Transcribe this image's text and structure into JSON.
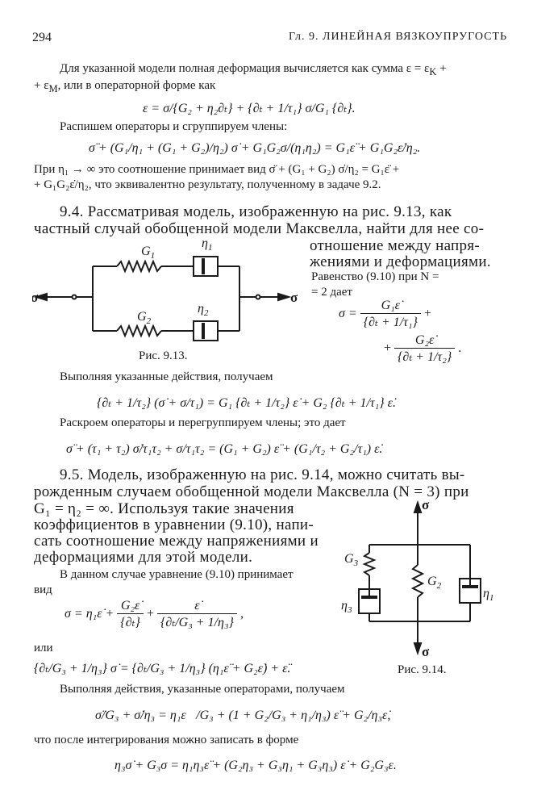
{
  "header": {
    "page_number": "294",
    "running_title": "Гл. 9. ЛИНЕЙНАЯ ВЯЗКОУПРУГОСТЬ"
  },
  "body": {
    "p1_line1": "Для указанной модели полная деформация вычисляется как сумма ε = ε",
    "p1_sub_k": "K",
    "p1_plus": "+",
    "p1_line2": "+ ε",
    "p1_sub_m": "M",
    "p1_line2_rest": ", или в операторной форме как",
    "eq1": "ε = σ/{G₂ + η₂∂ₜ} + {∂ₜ + 1/τ₁} σ/G₁ {∂ₜ}.",
    "p2": "Распишем операторы и сгруппируем члены:",
    "eq2": "σ̈ + (G₁/η₁ + (G₁ + G₂)/η₂) σ̇ + G₁G₂σ/(η₁η₂) = G₁ε̈ + G₁G₂ε̇/η₂.",
    "p3_line1": "При  η₁ → ∞  это соотношение принимает вид  σ̈ + (G₁ + G₂) σ̇/η₂ = G₁ε̈ +",
    "p3_line2": "+ G₁G₂ε̇/η₂, что эквивалентно результату, полученному в задаче 9.2.",
    "s94_line1": "9.4. Рассматривая модель, изображенную на рис. 9.13, как",
    "s94_line2": "частный случай обобщенной модели Максвелла, найти для нее со-",
    "s94_line3": "отношение между напря-",
    "s94_line4": "жениями и деформациями.",
    "r_line1": "Равенство (9.10) при N =",
    "r_line2": "= 2 дает",
    "eq_sigma_lhs": "σ =",
    "eq_sigma_n1": "G₁ε̇",
    "eq_sigma_d1": "{∂ₜ + 1/τ₁}",
    "eq_sigma_plus1": "+",
    "eq_sigma_plus2": "+",
    "eq_sigma_n2": "G₂ε̇",
    "eq_sigma_d2": "{∂ₜ + 1/τ₂}",
    "eq_sigma_end": ".",
    "fig913_caption": "Рис. 9.13.",
    "p4": "Выполняя указанные действия, получаем",
    "eq4": "{∂ₜ + 1/τ₂} (σ̇ + σ/τ₁) = G₁ {∂ₜ + 1/τ₂} ε̇ + G₂ {∂ₜ + 1/τ₁} ε̇.",
    "p5": "Раскроем операторы и перегруппируем члены; это дает",
    "eq5": "σ̈ + (τ₁ + τ₂) σ̇/τ₁τ₂ + σ/τ₁τ₂ = (G₁ + G₂) ε̈ + (G₁/τ₂ + G₂/τ₁) ε̇.",
    "s95_line1": "9.5. Модель, изображенную на рис. 9.14, можно считать вы-",
    "s95_line2": "рожденным случаем обобщенной модели Максвелла (N = 3) при",
    "s95_line3": "G₁ = η₂ = ∞. Используя такие значения",
    "s95_line4": "коэффициентов в уравнении (9.10), напи-",
    "s95_line5": "сать соотношение между напряжениями и",
    "s95_line6": "деформациями для этой модели.",
    "p6_line1": "В данном случае уравнение (9.10) принимает",
    "p6_line2": "вид",
    "eq6_lhs": "σ = η₁ε̇ +",
    "eq6_n1": "G₂ε̇",
    "eq6_d1": "{∂ₜ}",
    "eq6_plus": "+",
    "eq6_n2": "ε̇",
    "eq6_d2": "{∂ₜ/G₃ + 1/η₃}",
    "eq6_end": ",",
    "p7": "или",
    "eq7": "{∂ₜ/G₃ + 1/η₃} σ̇ = {∂ₜ/G₃ + 1/η₃} (η₁ε̈ + G₂ε̇) + ε̈.",
    "fig914_caption": "Рис. 9.14.",
    "p8": "Выполняя действия, указанные операторами, получаем",
    "eq8": "σ̈/G₃ + σ̇/η₃ = η₁ε⃛/G₃ + (1 + G₂/G₃ + η₁/η₃) ε̈ + G₂/η₃ε̇,",
    "p9": "что после интегрирования можно записать в форме",
    "eq9": "η₃σ̇ + G₃σ = η₁η₃ε̈ + (G₂η₃ + G₃η₁ + G₃η₃) ε̇ + G₂G₃ε."
  },
  "fig913": {
    "G1": "G",
    "G1s": "1",
    "eta1": "η",
    "eta1s": "1",
    "G2": "G",
    "G2s": "2",
    "eta2": "η",
    "eta2s": "2",
    "sigma_left": "σ",
    "sigma_right": "σ"
  },
  "fig914": {
    "sigma_top": "σ",
    "sigma_bottom": "σ",
    "G3": "G",
    "G3s": "3",
    "G2": "G",
    "G2s": "2",
    "eta3": "η",
    "eta3s": "3",
    "eta1": "η",
    "eta1s": "1"
  }
}
